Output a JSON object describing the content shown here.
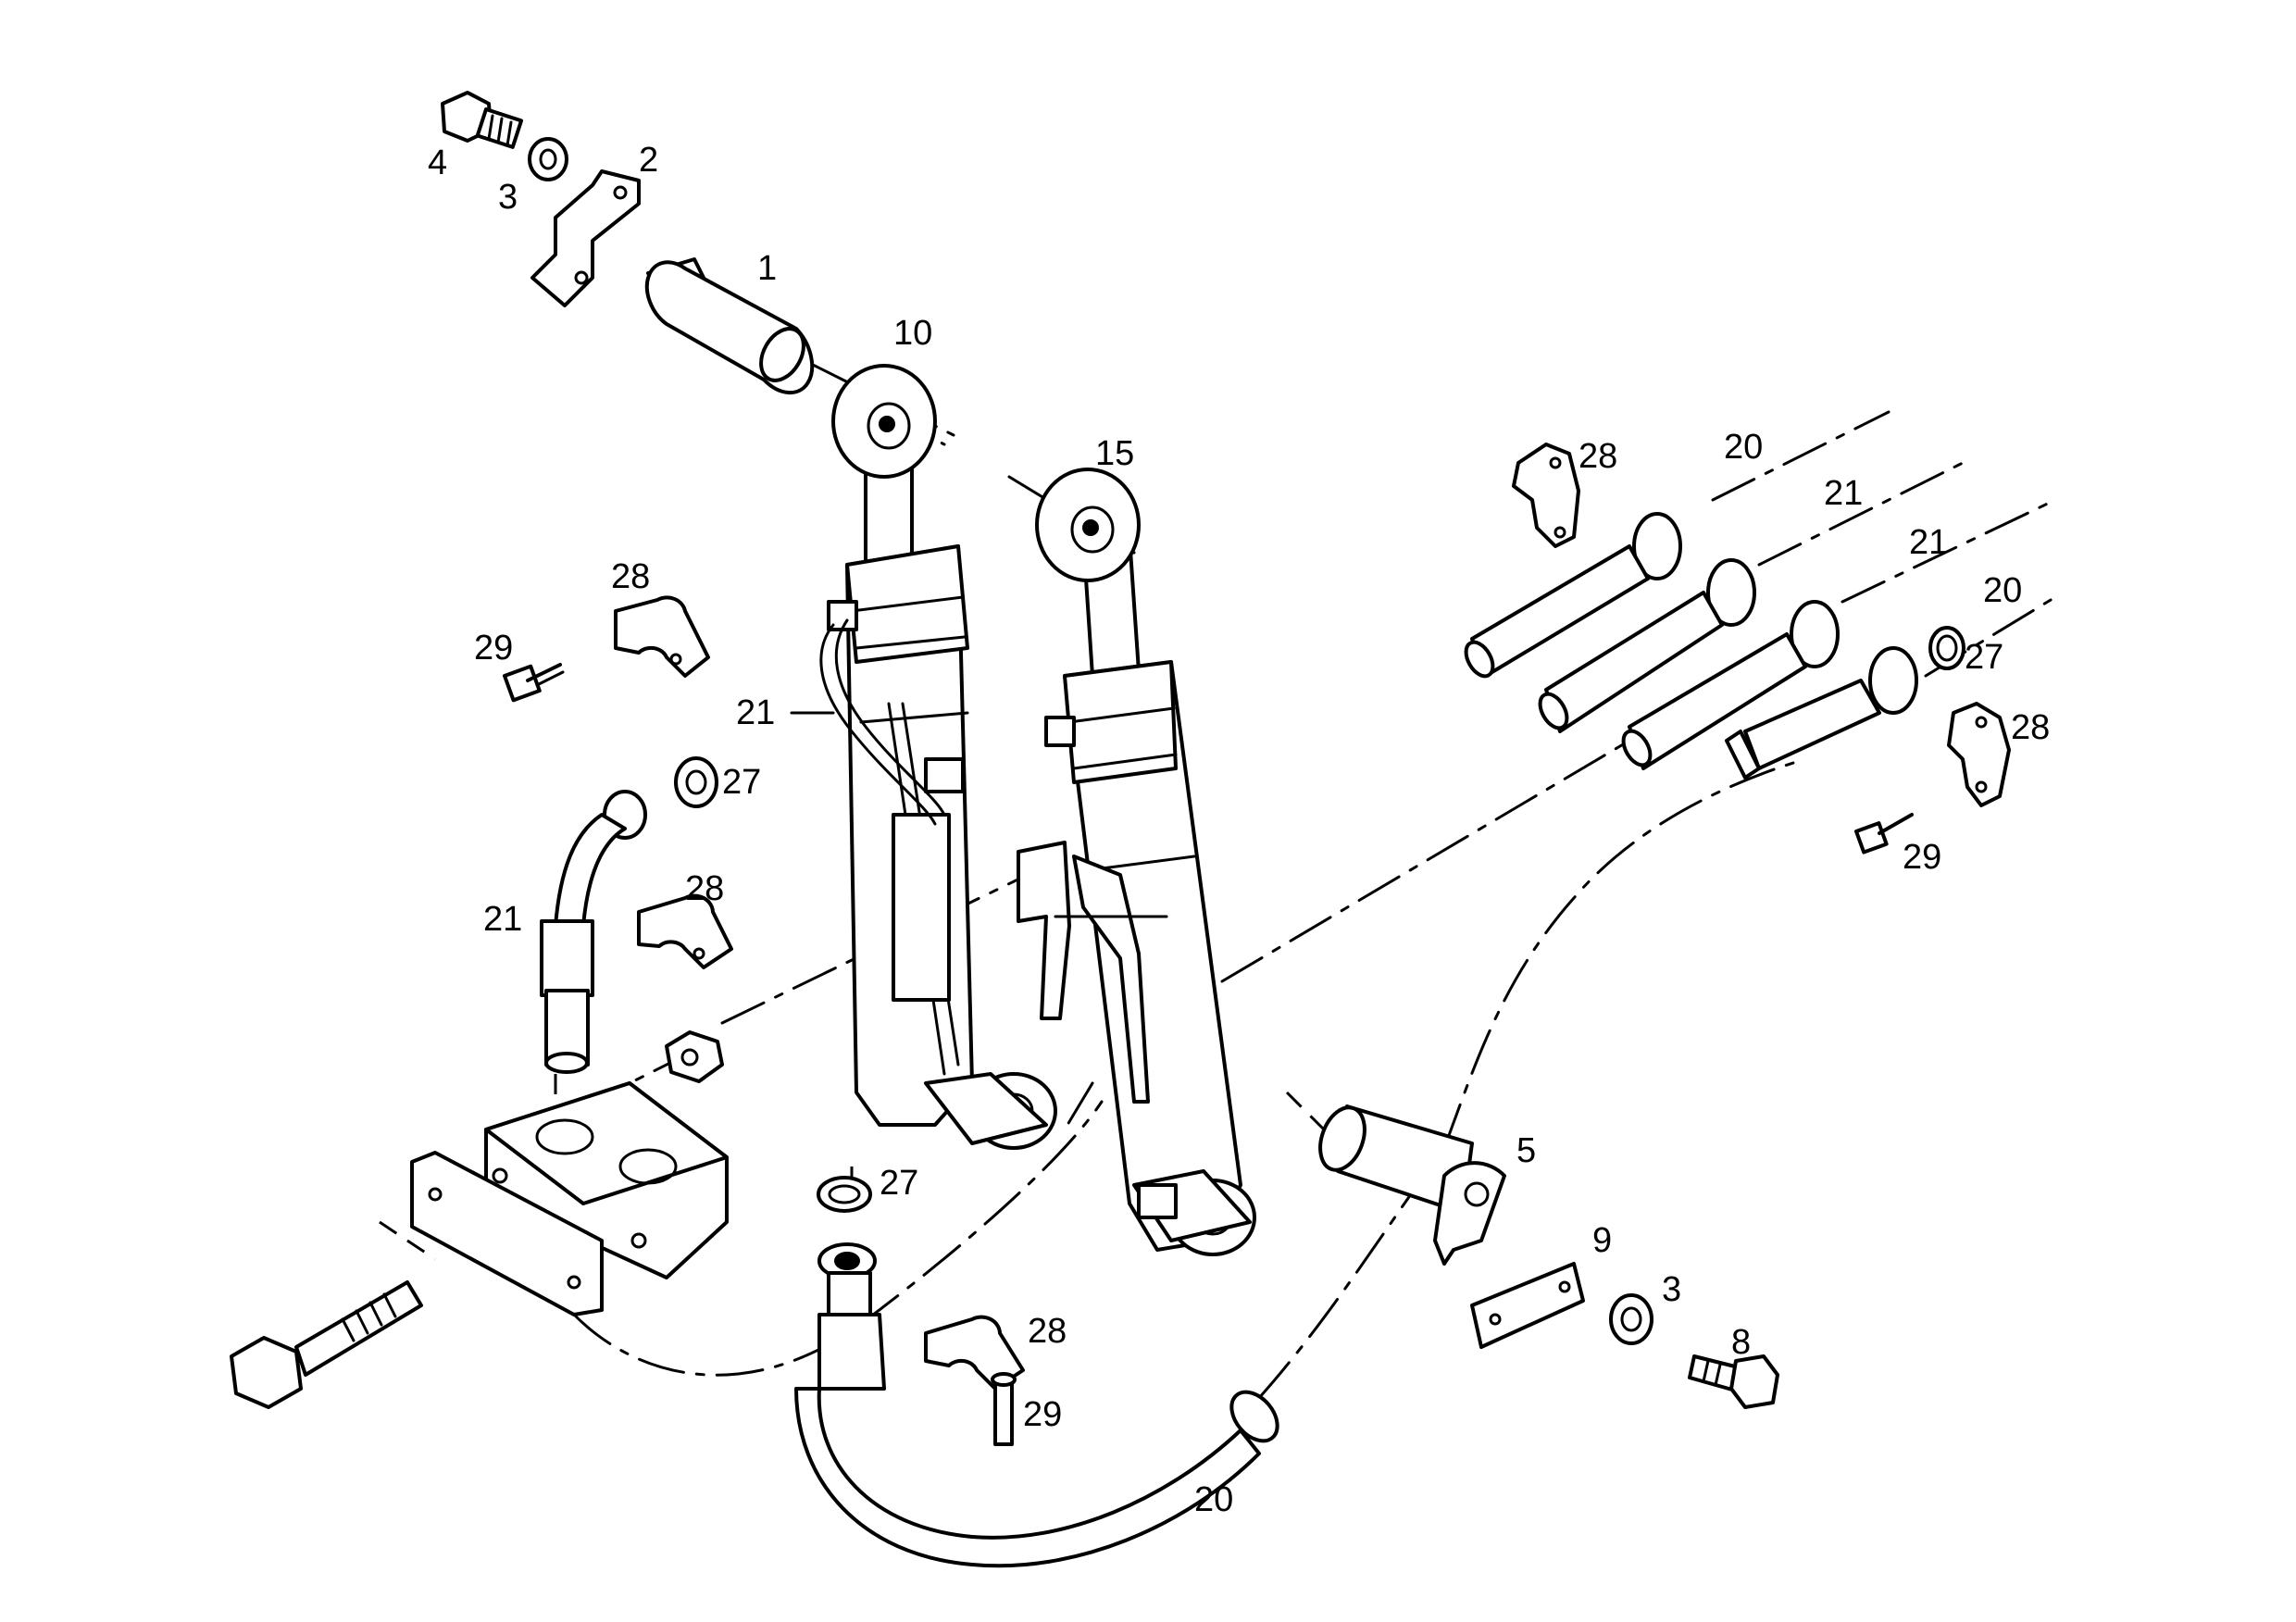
{
  "diagram": {
    "callouts": [
      {
        "id": "4",
        "text": "4"
      },
      {
        "id": "3a",
        "text": "3"
      },
      {
        "id": "2",
        "text": "2"
      },
      {
        "id": "1",
        "text": "1"
      },
      {
        "id": "10",
        "text": "10"
      },
      {
        "id": "15",
        "text": "15"
      },
      {
        "id": "28a",
        "text": "28"
      },
      {
        "id": "29a",
        "text": "29"
      },
      {
        "id": "21a",
        "text": "21"
      },
      {
        "id": "27a",
        "text": "27"
      },
      {
        "id": "21b",
        "text": "21"
      },
      {
        "id": "28b",
        "text": "28"
      },
      {
        "id": "28c",
        "text": "28"
      },
      {
        "id": "20a",
        "text": "20"
      },
      {
        "id": "21c",
        "text": "21"
      },
      {
        "id": "21d",
        "text": "21"
      },
      {
        "id": "20b",
        "text": "20"
      },
      {
        "id": "27b",
        "text": "27"
      },
      {
        "id": "28d",
        "text": "28"
      },
      {
        "id": "29b",
        "text": "29"
      },
      {
        "id": "27c",
        "text": "27"
      },
      {
        "id": "28e",
        "text": "28"
      },
      {
        "id": "29c",
        "text": "29"
      },
      {
        "id": "5",
        "text": "5"
      },
      {
        "id": "9",
        "text": "9"
      },
      {
        "id": "3b",
        "text": "3"
      },
      {
        "id": "8",
        "text": "8"
      },
      {
        "id": "20c",
        "text": "20"
      }
    ]
  }
}
